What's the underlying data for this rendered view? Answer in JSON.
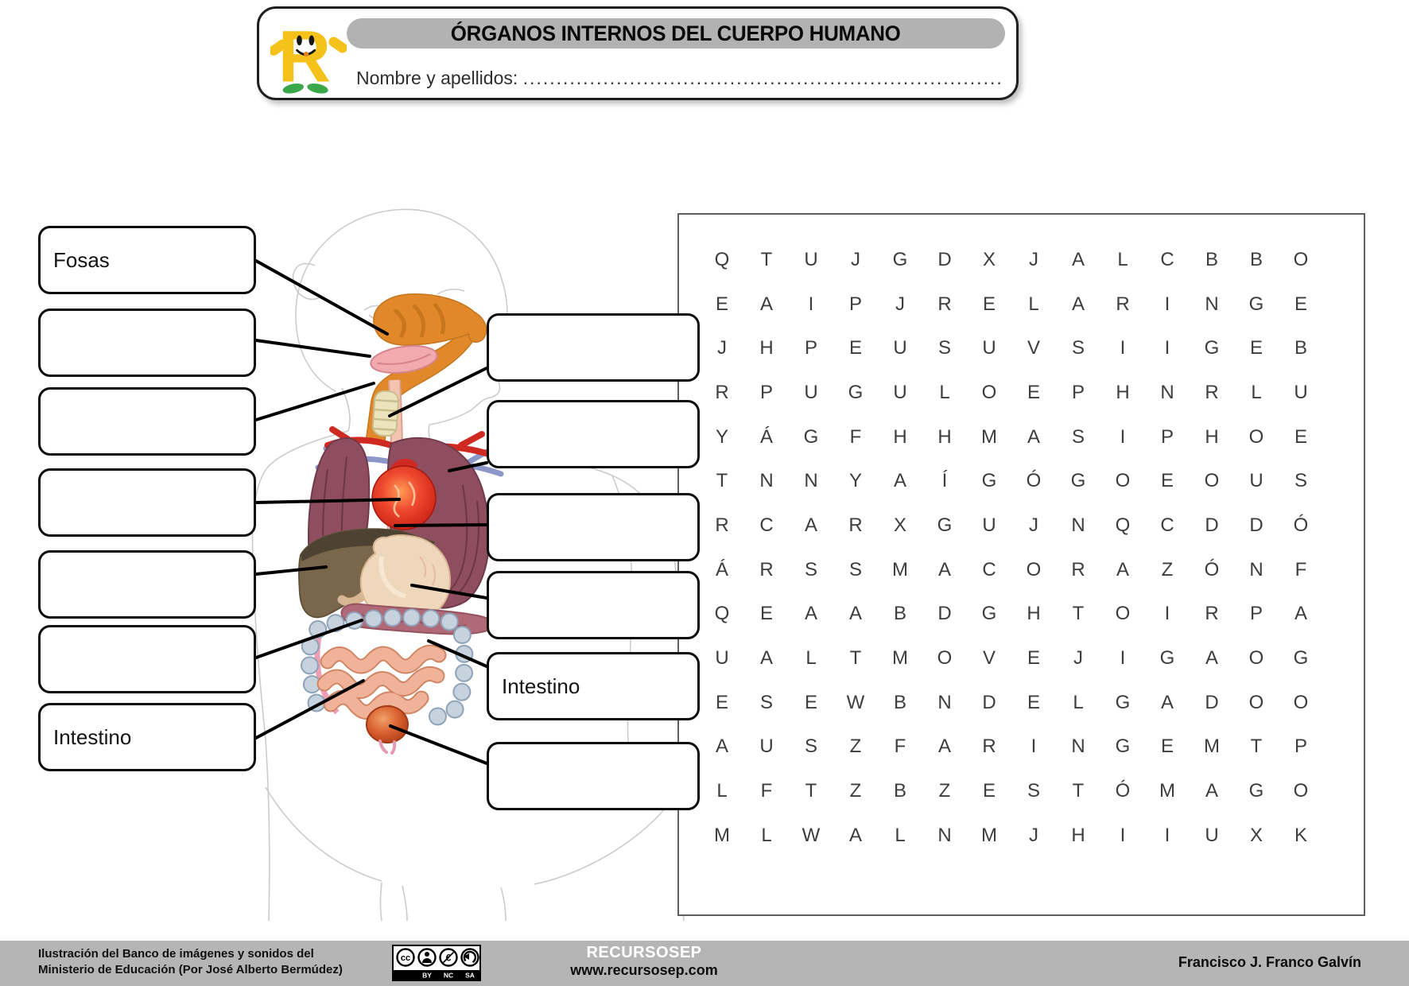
{
  "header": {
    "title": "ÓRGANOS INTERNOS DEL CUERPO HUMANO",
    "name_label": "Nombre y apellidos:",
    "name_dots": ".........................................................................",
    "logo_letter": "R"
  },
  "body_diagram": {
    "left_labels": [
      {
        "text": "Fosas"
      },
      {
        "text": ""
      },
      {
        "text": ""
      },
      {
        "text": ""
      },
      {
        "text": ""
      },
      {
        "text": ""
      },
      {
        "text": "Intestino"
      }
    ],
    "right_labels": [
      {
        "text": ""
      },
      {
        "text": ""
      },
      {
        "text": ""
      },
      {
        "text": ""
      },
      {
        "text": "Intestino"
      },
      {
        "text": ""
      }
    ]
  },
  "wordsearch": {
    "rows": [
      "QTUJGDXJALCBBO",
      "EAIPJRELARINGE",
      "JHPEUSUVSIIGEB",
      "RPUGULOEPHNRLU",
      "YÁGFHHMASIPHOE",
      "TNNYAÍGÓGOEOUS",
      "RCARXGUJNQCDDÓ",
      "ÁRSSMACORAZÓNF",
      "QEAABDGHTOIRPA",
      "UALTMOVEJIGAOG",
      "ESEWBNDELGADOO",
      "AUSZFARINGEMTP",
      "LFTZBZESTÓMAGO",
      "MLWALNMJHIIUXK"
    ]
  },
  "footer": {
    "credit_line1": "Ilustración del Banco de imágenes y sonidos del",
    "credit_line2": "Ministerio de Educación (Por José Alberto Bermúdez)",
    "cc_label": "cc",
    "cc_terms": [
      "BY",
      "NC",
      "SA"
    ],
    "site_name": "RECURSOSEP",
    "site_url": "www.recursosep.com",
    "author": "Francisco J. Franco Galvín"
  },
  "colors": {
    "banner_gray": "#b2b2b2",
    "footer_gray": "#b5b5b5",
    "mascot_yellow": "#f4c21a",
    "mascot_green": "#3aa74a",
    "pharynx_orange": "#e1882a",
    "trachea_cream": "#ece3bd",
    "lung_maroon": "#8e4e60",
    "heart_red": "#d22619",
    "liver_brown": "#7a674b",
    "stomach_tan": "#eed7bb",
    "pancreas_rose": "#b06a77",
    "colon_bluegray": "#c6d2de",
    "small_intestine_pink": "#f1b29a",
    "appendix_orange": "#d96030",
    "artery_red": "#cf2a22",
    "vein_blue": "#8c96c8"
  }
}
